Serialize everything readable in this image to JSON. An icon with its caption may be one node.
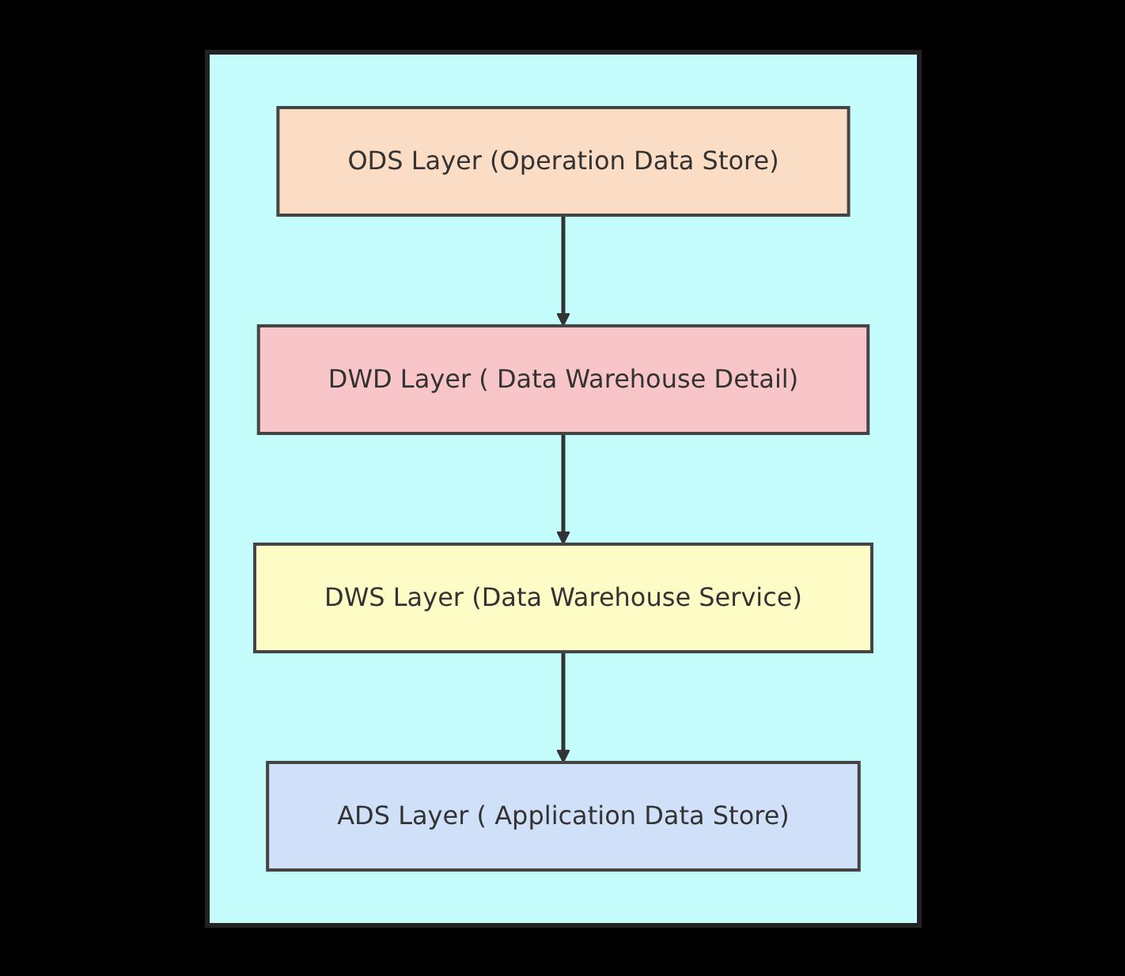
{
  "diagram": {
    "nodes": [
      {
        "text": [],
        "shape": "box"
      },
      {
        "text": [
          "ODS Layer (Operation Data Store)"
        ],
        "in": 0
      },
      {
        "text": [
          "DWD Layer ( Data Warehouse Detail)"
        ],
        "in": 0
      },
      {
        "text": [
          "DWS Layer (Data Warehouse Service)"
        ],
        "in": 0
      },
      {
        "text": [
          "ADS Layer ( Application Data Store)"
        ],
        "in": 0
      }
    ],
    "edges": [
      {
        "from": 1,
        "to": 2,
        "arrow": "to"
      },
      {
        "from": 2,
        "to": 3,
        "arrow": "to"
      },
      {
        "from": 3,
        "to": 4,
        "arrow": "to"
      }
    ]
  }
}
